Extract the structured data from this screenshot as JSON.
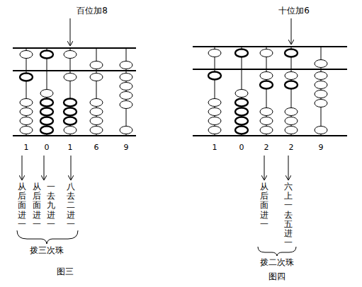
{
  "diagram": {
    "labels": [
      "百位加8",
      "1",
      "0",
      "1",
      "6",
      "9",
      "从后面进一",
      "从后面进一",
      "一去九进一",
      "八去二进一",
      "拨三次珠",
      "图三",
      "十位加6",
      "1",
      "0",
      "2",
      "2",
      "9",
      "从后面进一",
      "六上一去五进一",
      "拨二次珠",
      "图四"
    ]
  }
}
